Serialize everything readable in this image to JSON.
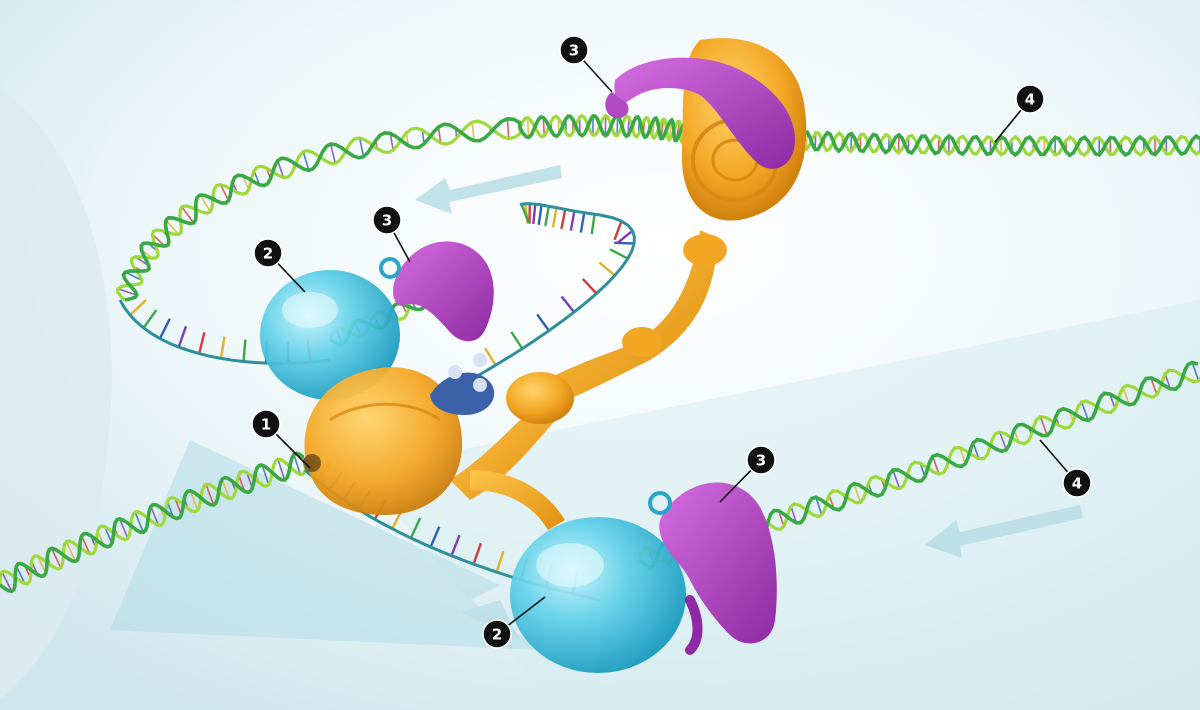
{
  "figure": {
    "colors": {
      "background_tint": "#d6ecf0",
      "dna_backbone": "#3aa845",
      "dna_backbone_light": "#9fd83a",
      "single_strand": "#2f8f9a",
      "helicase": "#f2a623",
      "helicase_shade": "#d98a12",
      "polymerase": "#29b7d6",
      "polymerase_light": "#9ce3f2",
      "primase": "#a23cb4",
      "primase_light": "#c95fd2",
      "callout_fill": "#111111",
      "callout_text": "#ffffff",
      "arrow": "#b7dde6"
    },
    "callouts": [
      {
        "id": "c1",
        "label": "1"
      },
      {
        "id": "c2a",
        "label": "2"
      },
      {
        "id": "c2b",
        "label": "2"
      },
      {
        "id": "c3a",
        "label": "3"
      },
      {
        "id": "c3b",
        "label": "3"
      },
      {
        "id": "c3c",
        "label": "3"
      },
      {
        "id": "c4a",
        "label": "4"
      },
      {
        "id": "c4b",
        "label": "4"
      }
    ]
  }
}
